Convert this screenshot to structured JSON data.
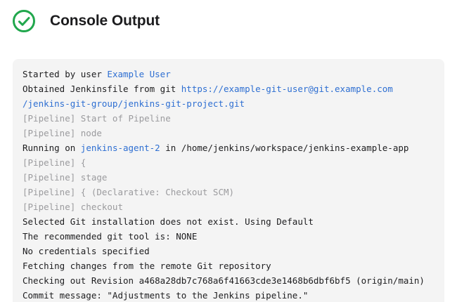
{
  "header": {
    "title": "Console Output",
    "status_icon": "check-circle-icon"
  },
  "colors": {
    "success_green": "#21a74d",
    "link_blue": "#2e6fd2",
    "muted_gray": "#9b9b9e",
    "text_black": "#1d1d1f",
    "panel_background": "#f4f4f4",
    "page_background": "#ffffff"
  },
  "console": {
    "lines": [
      {
        "segments": [
          {
            "type": "text",
            "text": "Started by user "
          },
          {
            "type": "link",
            "text": "Example User"
          }
        ]
      },
      {
        "segments": [
          {
            "type": "text",
            "text": "Obtained Jenkinsfile from git "
          },
          {
            "type": "link",
            "text": "https://example-git-user@git.example.com"
          }
        ]
      },
      {
        "segments": [
          {
            "type": "link",
            "text": "/jenkins-git-group/jenkins-git-project.git"
          }
        ]
      },
      {
        "segments": [
          {
            "type": "muted",
            "text": "[Pipeline] Start of Pipeline"
          }
        ]
      },
      {
        "segments": [
          {
            "type": "muted",
            "text": "[Pipeline] node"
          }
        ]
      },
      {
        "segments": [
          {
            "type": "text",
            "text": "Running on "
          },
          {
            "type": "link",
            "text": "jenkins-agent-2"
          },
          {
            "type": "text",
            "text": " in /home/jenkins/workspace/jenkins-example-app"
          }
        ]
      },
      {
        "segments": [
          {
            "type": "muted",
            "text": "[Pipeline] {"
          }
        ]
      },
      {
        "segments": [
          {
            "type": "muted",
            "text": "[Pipeline] stage"
          }
        ]
      },
      {
        "segments": [
          {
            "type": "muted",
            "text": "[Pipeline] { (Declarative: Checkout SCM)"
          }
        ]
      },
      {
        "segments": [
          {
            "type": "muted",
            "text": "[Pipeline] checkout"
          }
        ]
      },
      {
        "segments": [
          {
            "type": "text",
            "text": "Selected Git installation does not exist. Using Default"
          }
        ]
      },
      {
        "segments": [
          {
            "type": "text",
            "text": "The recommended git tool is: NONE"
          }
        ]
      },
      {
        "segments": [
          {
            "type": "text",
            "text": "No credentials specified"
          }
        ]
      },
      {
        "segments": [
          {
            "type": "text",
            "text": "Fetching changes from the remote Git repository"
          }
        ]
      },
      {
        "segments": [
          {
            "type": "text",
            "text": "Checking out Revision a468a28db7c768a6f41663cde3e1468b6dbf6bf5 (origin/main)"
          }
        ]
      },
      {
        "segments": [
          {
            "type": "text",
            "text": "Commit message: \"Adjustments to the Jenkins pipeline.\""
          }
        ]
      }
    ]
  }
}
